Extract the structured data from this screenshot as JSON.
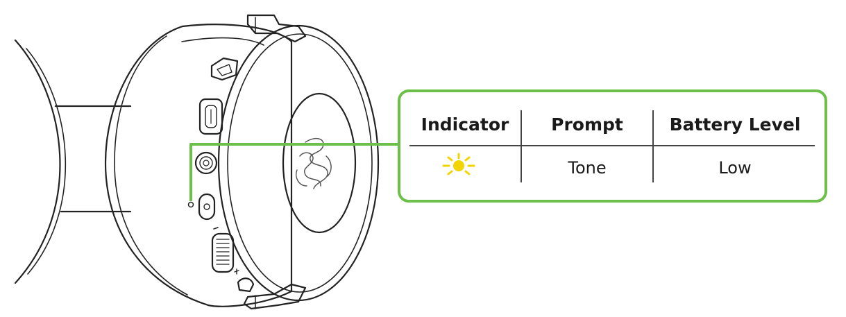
{
  "table": {
    "headers": [
      "Indicator",
      "Prompt",
      "Battery Level"
    ],
    "row": {
      "indicator_icon": "led-blink-yellow-icon",
      "prompt": "Tone",
      "battery_level": "Low"
    }
  },
  "colors": {
    "callout_green": "#6cc04a",
    "led_yellow": "#f2d400",
    "line_art": "#222222"
  },
  "illustration": {
    "subject": "headset-earcup-side-view",
    "logo_icon": "razer-logo-icon"
  }
}
